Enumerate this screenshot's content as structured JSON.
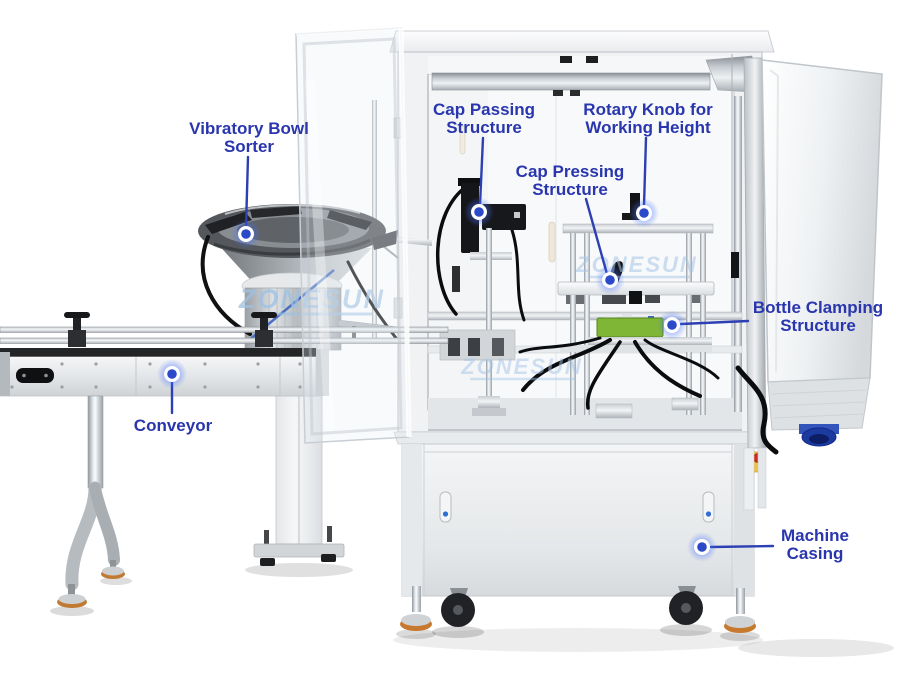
{
  "watermark": {
    "text": "ZONESUN"
  },
  "colors": {
    "label_blue": "#2936ad",
    "leader_line_blue": "#2c3fb3",
    "dot_blue": "#2b49c9",
    "clamp_green": "#7fb636",
    "motor_blue": "#1c3ba0",
    "foot_pad_orange": "#c77a2f"
  },
  "callouts": [
    {
      "id": "vibratory-bowl-sorter",
      "lines": [
        "Vibratory Bowl",
        "Sorter"
      ]
    },
    {
      "id": "cap-passing-structure",
      "lines": [
        "Cap Passing",
        "Structure"
      ]
    },
    {
      "id": "rotary-knob-working-height",
      "lines": [
        "Rotary Knob for",
        "Working Height"
      ]
    },
    {
      "id": "cap-pressing-structure",
      "lines": [
        "Cap Pressing",
        "Structure"
      ]
    },
    {
      "id": "bottle-clamping-structure",
      "lines": [
        "Bottle Clamping",
        "Structure"
      ]
    },
    {
      "id": "conveyor",
      "lines": [
        "Conveyor"
      ]
    },
    {
      "id": "machine-casing",
      "lines": [
        "Machine",
        "Casing"
      ]
    }
  ]
}
